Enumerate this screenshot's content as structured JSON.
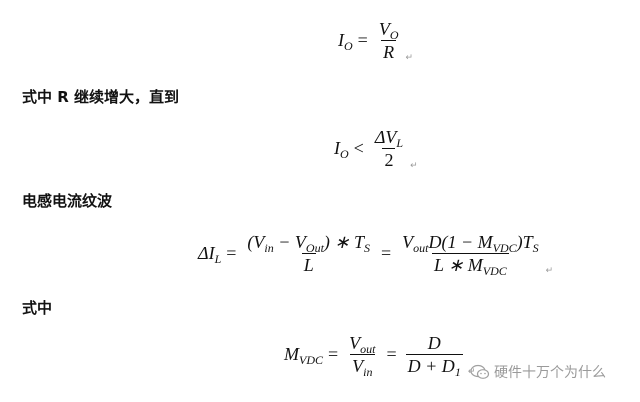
{
  "lines": {
    "line1": "式中 R 继续增大，直到",
    "line2": "电感电流纹波",
    "line3": "式中"
  },
  "equations": {
    "eq1": {
      "lhs": "I",
      "lhs_sub": "O",
      "op": "=",
      "num": "V",
      "num_sub": "O",
      "den": "R"
    },
    "eq2": {
      "lhs": "I",
      "lhs_sub": "O",
      "op": "<",
      "num": "ΔV",
      "num_sub": "L",
      "den": "2"
    },
    "eq3": {
      "lhs": "ΔI",
      "lhs_sub": "L",
      "op": "=",
      "f1_num_a": "(V",
      "f1_num_a_sub": "in",
      "f1_num_b": " − V",
      "f1_num_b_sub": "Out",
      "f1_num_c": ") ∗ T",
      "f1_num_c_sub": "S",
      "f1_den": "L",
      "f2_num_a": "V",
      "f2_num_a_sub": "out",
      "f2_num_b": "D(1 − M",
      "f2_num_b_sub": "VDC",
      "f2_num_c": ")T",
      "f2_num_c_sub": "S",
      "f2_den_a": "L ∗ M",
      "f2_den_a_sub": "VDC"
    },
    "eq4": {
      "lhs": "M",
      "lhs_sub": "VDC",
      "op": "=",
      "f1_num": "V",
      "f1_num_sub": "out",
      "f1_den": "V",
      "f1_den_sub": "in",
      "f2_num": "D",
      "f2_den_a": "D + D",
      "f2_den_sub": "1"
    }
  },
  "paragraph_mark": "↵",
  "watermark": {
    "icon": "wechat-icon",
    "text": "硬件十万个为什么"
  }
}
